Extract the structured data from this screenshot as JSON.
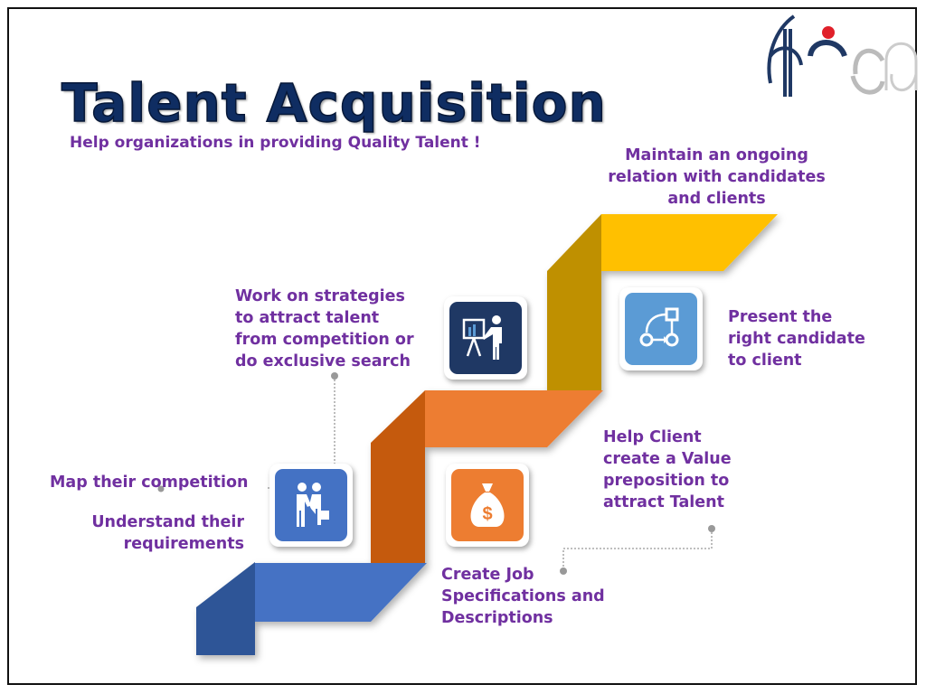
{
  "title": "Talent Acquisition",
  "subtitle": "Help organizations in providing Quality Talent !",
  "logo_text": "fica",
  "steps": {
    "maintain": [
      "Maintain an ongoing",
      "relation with candidates",
      "and clients"
    ],
    "work_on": [
      "Work on strategies",
      "to attract talent",
      "from competition or",
      "do exclusive search"
    ],
    "present": [
      "Present the",
      "right candidate",
      "to client"
    ],
    "help_client": [
      "Help Client",
      "create a Value",
      "preposition to",
      "attract Talent"
    ],
    "map": [
      "Map their competition"
    ],
    "understand": [
      "Understand their",
      "requirements"
    ],
    "create_job": [
      "Create Job",
      "Specifications and",
      "Descriptions"
    ]
  },
  "icons": {
    "handshake": "handshake-icon",
    "money": "money-bag-icon",
    "presenter": "presentation-icon",
    "flow": "workflow-icon",
    "money_symbol": "$"
  },
  "colors": {
    "text": "#7030a0",
    "title": "#0f2d62",
    "blue": "#4472c4",
    "orange": "#ed7d31",
    "gold": "#ffc000",
    "navy": "#1f3864",
    "light_blue": "#5b9bd5"
  }
}
